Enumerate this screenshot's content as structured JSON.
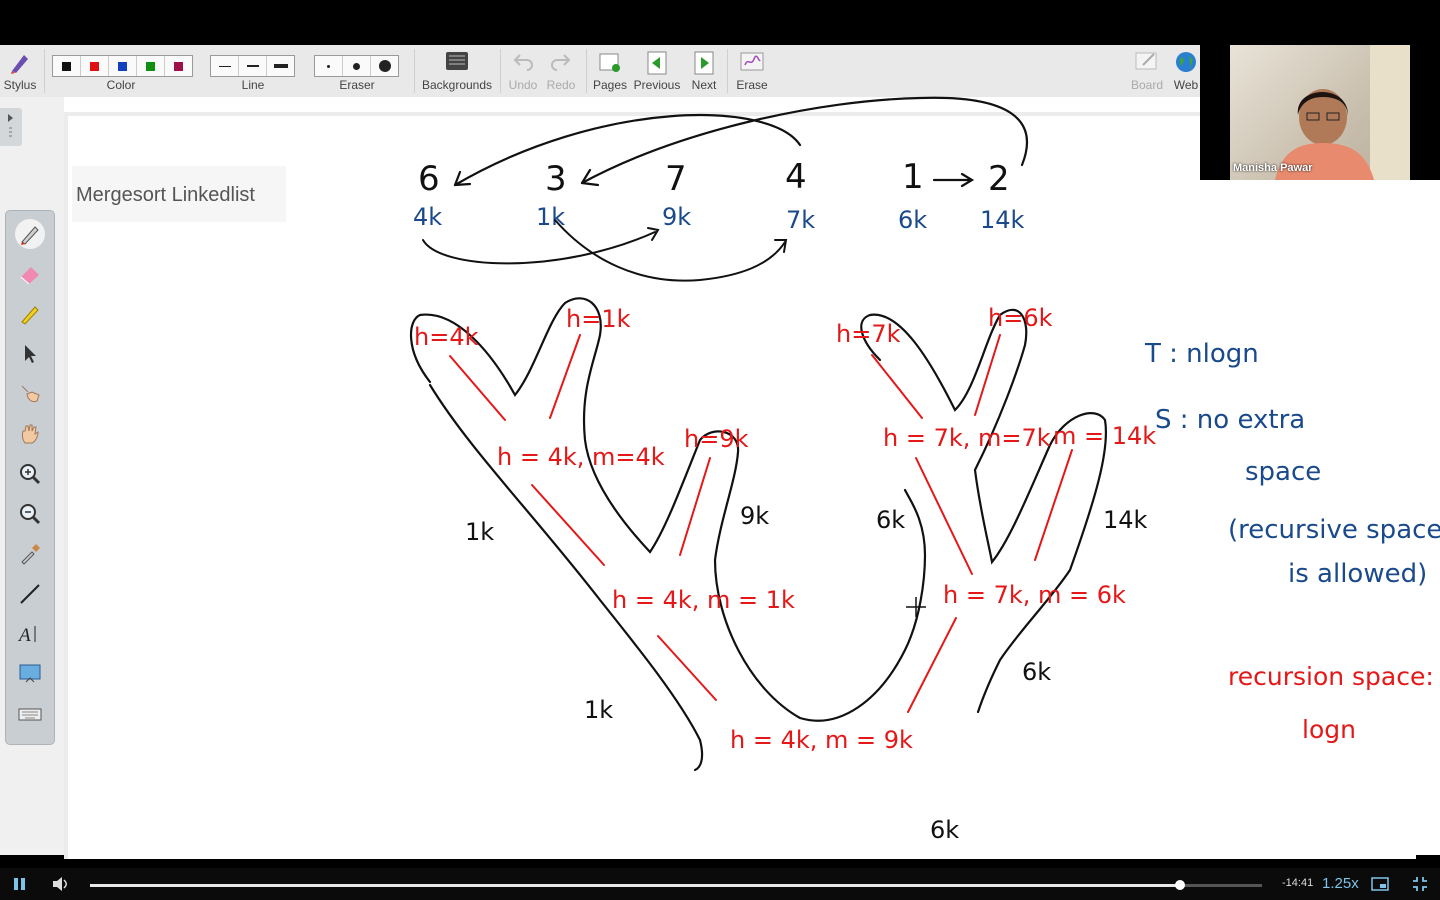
{
  "toolbar": {
    "stylus": "Stylus",
    "color": "Color",
    "line": "Line",
    "eraser": "Eraser",
    "backgrounds": "Backgrounds",
    "undo": "Undo",
    "redo": "Redo",
    "pages": "Pages",
    "previous": "Previous",
    "next": "Next",
    "erase": "Erase",
    "board": "Board",
    "web": "Web",
    "colors": [
      "#111111",
      "#e01010",
      "#1040c0",
      "#109010",
      "#a0104a"
    ]
  },
  "page": {
    "title": "Mergesort Linkedlist"
  },
  "ink": {
    "list_values": [
      "6",
      "3",
      "7",
      "4",
      "1",
      "2"
    ],
    "addresses": [
      "4k",
      "1k",
      "9k",
      "7k",
      "6k",
      "14k"
    ],
    "tree_left": {
      "leaf_a": "h=4k",
      "leaf_b": "h=1k",
      "merge1": "h = 4k, m=4k",
      "leaf_c": "h=9k",
      "merge2": "h = 4k, m = 1k",
      "root": "h = 4k, m = 9k",
      "notes": [
        "1k",
        "9k",
        "1k"
      ]
    },
    "tree_right": {
      "leaf_a": "h=7k",
      "leaf_b": "h=6k",
      "merge1": "h = 7k, m=7k",
      "leaf_c": "m = 14k",
      "merge2": "h = 7k, m = 6k",
      "notes": [
        "6k",
        "14k",
        "6k",
        "6k"
      ]
    },
    "complexity": {
      "time": "T : nlogn",
      "space1": "S : no extra",
      "space2": "space",
      "space3": "(recursive space",
      "space4": "is allowed)",
      "rec1": "recursion space:",
      "rec2": "logn"
    },
    "colors": {
      "black": "#111111",
      "red": "#e41818",
      "blue": "#1a4a8c"
    }
  },
  "webcam": {
    "name": "Manisha Pawar"
  },
  "player": {
    "time_remaining": "-14:41",
    "rate": "1.25x",
    "progress_fraction": 0.93
  }
}
